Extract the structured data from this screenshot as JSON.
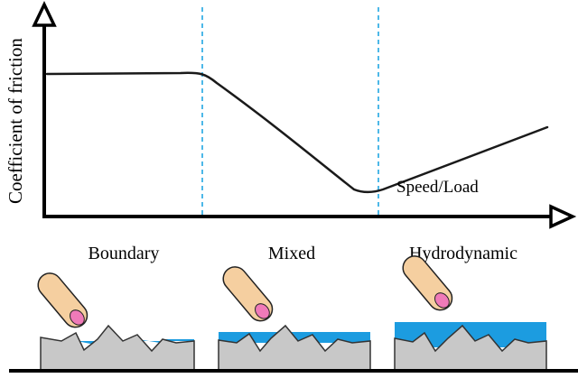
{
  "axes": {
    "ylabel": "Coefficient of friction",
    "xlabel": "Speed/Load"
  },
  "regimes": [
    {
      "id": "boundary",
      "label": "Boundary"
    },
    {
      "id": "mixed",
      "label": "Mixed"
    },
    {
      "id": "hydrodynamic",
      "label": "Hydrodynamic"
    }
  ],
  "colors": {
    "curve": "#1a1a1a",
    "axis": "#000000",
    "divider": "#4db8e8",
    "lubricant": "#1c9ce0",
    "surface_fill": "#c8c8c8",
    "surface_stroke": "#333333",
    "finger_skin": "#f5cfa0",
    "finger_nail": "#f07ab8",
    "ground": "#000000"
  },
  "icons": {
    "finger": "pointing-finger-icon",
    "surface": "rough-surface-icon"
  }
}
